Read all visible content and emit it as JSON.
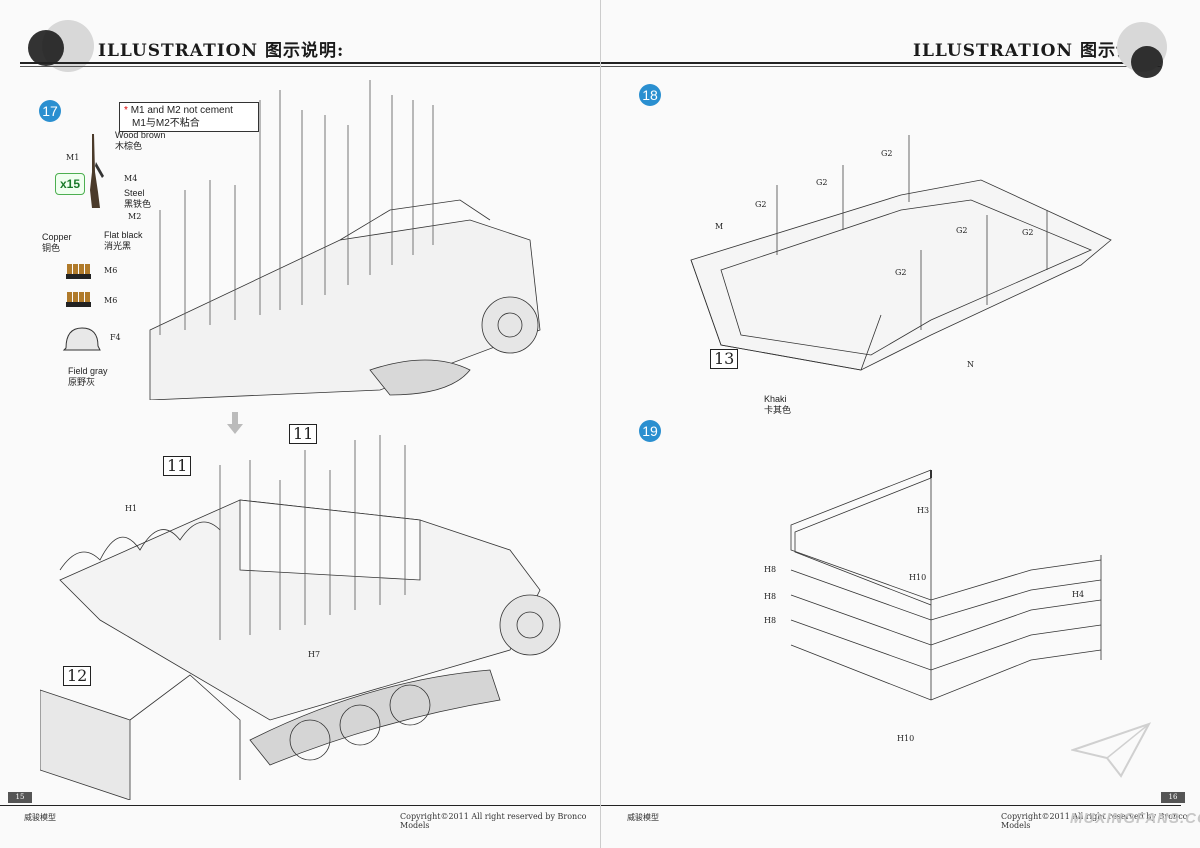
{
  "left_page": {
    "header": "ILLUSTRATION 图示说明:",
    "step_17": "17",
    "note_line1": "M1 and M2 not cement",
    "note_line2": "M1与M2不粘合",
    "star": "*",
    "quantity": "x15",
    "colors": {
      "wood_brown": "Wood brown",
      "wood_brown_cn": "木棕色",
      "steel": "Steel",
      "steel_cn": "黑铁色",
      "copper": "Copper",
      "copper_cn": "铜色",
      "flat_black": "Flat black",
      "flat_black_cn": "消光黑",
      "field_gray": "Field gray",
      "field_gray_cn": "原野灰"
    },
    "parts": {
      "m1": "M1",
      "m2": "M2",
      "m4": "M4",
      "m6a": "M6",
      "m6b": "M6",
      "f4": "F4",
      "h1": "H1",
      "h7": "H7"
    },
    "callout_11a": "11",
    "callout_11b": "11",
    "callout_12": "12",
    "page_number": "15",
    "brand": "威骏模型",
    "copyright": "Copyright©2011  All right reserved by Bronco Models"
  },
  "right_page": {
    "header": "ILLUSTRATION 图示说明:",
    "step_18": "18",
    "step_19": "19",
    "parts": {
      "g2a": "G2",
      "g2b": "G2",
      "g2c": "G2",
      "g2d": "G2",
      "g2e": "G2",
      "g2f": "G2",
      "m": "M",
      "n": "N",
      "h3": "H3",
      "h4": "H4",
      "h8a": "H8",
      "h8b": "H8",
      "h8c": "H8",
      "h10a": "H10",
      "h10b": "H10"
    },
    "callout_13": "13",
    "khaki": "Khaki",
    "khaki_cn": "卡其色",
    "page_number": "16",
    "brand": "威骏模型",
    "copyright": "Copyright©2011  All right reserved by Bronco Models",
    "watermark": "MUXINGFANS.COM"
  }
}
